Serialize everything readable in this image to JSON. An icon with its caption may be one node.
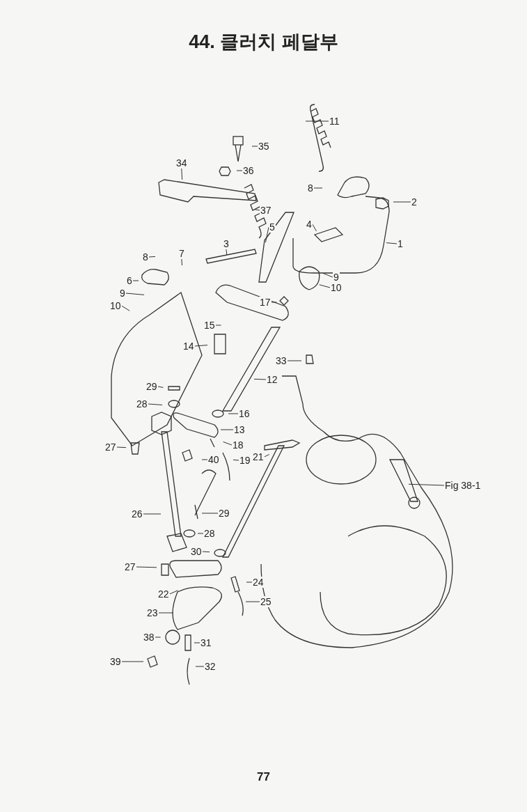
{
  "diagram": {
    "title": "44. 클러치 페달부",
    "nodes": [
      {
        "text": [
          "11"
        ]
      },
      {
        "text": [
          "35"
        ]
      },
      {
        "text": [
          "36"
        ]
      },
      {
        "text": [
          "34"
        ]
      },
      {
        "text": [
          "8"
        ]
      },
      {
        "text": [
          "2"
        ]
      },
      {
        "text": [
          "37"
        ]
      },
      {
        "text": [
          "5"
        ]
      },
      {
        "text": [
          "4"
        ]
      },
      {
        "text": [
          "1"
        ]
      },
      {
        "text": [
          "3"
        ]
      },
      {
        "text": [
          "8"
        ]
      },
      {
        "text": [
          "7"
        ]
      },
      {
        "text": [
          "6"
        ]
      },
      {
        "text": [
          "9"
        ]
      },
      {
        "text": [
          "10"
        ]
      },
      {
        "text": [
          "9"
        ]
      },
      {
        "text": [
          "10"
        ]
      },
      {
        "text": [
          "17"
        ]
      },
      {
        "text": [
          "15"
        ]
      },
      {
        "text": [
          "14"
        ]
      },
      {
        "text": [
          "33"
        ]
      },
      {
        "text": [
          "12"
        ]
      },
      {
        "text": [
          "29"
        ]
      },
      {
        "text": [
          "28"
        ]
      },
      {
        "text": [
          "16"
        ]
      },
      {
        "text": [
          "13"
        ]
      },
      {
        "text": [
          "18"
        ]
      },
      {
        "text": [
          "27"
        ]
      },
      {
        "text": [
          "40"
        ]
      },
      {
        "text": [
          "19"
        ]
      },
      {
        "text": [
          "21"
        ]
      },
      {
        "text": [
          "Fig 38-1"
        ]
      },
      {
        "text": [
          "26"
        ]
      },
      {
        "text": [
          "29"
        ]
      },
      {
        "text": [
          "28"
        ]
      },
      {
        "text": [
          "30"
        ]
      },
      {
        "text": [
          "27"
        ]
      },
      {
        "text": [
          "24"
        ]
      },
      {
        "text": [
          "22"
        ]
      },
      {
        "text": [
          "25"
        ]
      },
      {
        "text": [
          "23"
        ]
      },
      {
        "text": [
          "38"
        ]
      },
      {
        "text": [
          "31"
        ]
      },
      {
        "text": [
          "39"
        ]
      },
      {
        "text": [
          "32"
        ]
      }
    ],
    "edges": [
      {
        "from": 0,
        "to": null,
        "arrow": "none"
      },
      {
        "from": 1,
        "to": null,
        "arrow": "none"
      },
      {
        "from": 2,
        "to": null,
        "arrow": "none"
      },
      {
        "from": 3,
        "to": null,
        "arrow": "none"
      },
      {
        "from": 4,
        "to": null,
        "arrow": "none"
      },
      {
        "from": 5,
        "to": null,
        "arrow": "none"
      },
      {
        "from": 6,
        "to": null,
        "arrow": "none"
      },
      {
        "from": 7,
        "to": null,
        "arrow": "none"
      },
      {
        "from": 8,
        "to": null,
        "arrow": "none"
      },
      {
        "from": 9,
        "to": null,
        "arrow": "none"
      },
      {
        "from": 10,
        "to": null,
        "arrow": "none"
      },
      {
        "from": 11,
        "to": null,
        "arrow": "none"
      },
      {
        "from": 12,
        "to": null,
        "arrow": "none"
      },
      {
        "from": 13,
        "to": null,
        "arrow": "none"
      },
      {
        "from": 14,
        "to": null,
        "arrow": "none"
      },
      {
        "from": 15,
        "to": null,
        "arrow": "none"
      },
      {
        "from": 16,
        "to": null,
        "arrow": "none"
      },
      {
        "from": 17,
        "to": null,
        "arrow": "none"
      },
      {
        "from": 18,
        "to": null,
        "arrow": "none"
      },
      {
        "from": 19,
        "to": null,
        "arrow": "none"
      },
      {
        "from": 20,
        "to": null,
        "arrow": "none"
      },
      {
        "from": 21,
        "to": null,
        "arrow": "none"
      },
      {
        "from": 22,
        "to": null,
        "arrow": "none"
      },
      {
        "from": 23,
        "to": null,
        "arrow": "none"
      },
      {
        "from": 24,
        "to": null,
        "arrow": "none"
      },
      {
        "from": 25,
        "to": null,
        "arrow": "none"
      },
      {
        "from": 26,
        "to": null,
        "arrow": "none"
      },
      {
        "from": 27,
        "to": null,
        "arrow": "none"
      },
      {
        "from": 28,
        "to": null,
        "arrow": "none"
      },
      {
        "from": 29,
        "to": null,
        "arrow": "none"
      },
      {
        "from": 30,
        "to": null,
        "arrow": "none"
      },
      {
        "from": 31,
        "to": null,
        "arrow": "none"
      },
      {
        "from": 32,
        "to": null,
        "arrow": "none"
      },
      {
        "from": 33,
        "to": null,
        "arrow": "none"
      },
      {
        "from": 34,
        "to": null,
        "arrow": "none"
      },
      {
        "from": 35,
        "to": null,
        "arrow": "none"
      },
      {
        "from": 36,
        "to": null,
        "arrow": "none"
      },
      {
        "from": 37,
        "to": null,
        "arrow": "none"
      },
      {
        "from": 38,
        "to": null,
        "arrow": "none"
      },
      {
        "from": 39,
        "to": null,
        "arrow": "none"
      },
      {
        "from": 40,
        "to": null,
        "arrow": "none"
      },
      {
        "from": 41,
        "to": null,
        "arrow": "none"
      },
      {
        "from": 42,
        "to": null,
        "arrow": "none"
      },
      {
        "from": 43,
        "to": null,
        "arrow": "none"
      },
      {
        "from": 44,
        "to": null,
        "arrow": "none"
      },
      {
        "from": 45,
        "to": null,
        "arrow": "none"
      }
    ],
    "labels": [
      "77"
    ]
  }
}
